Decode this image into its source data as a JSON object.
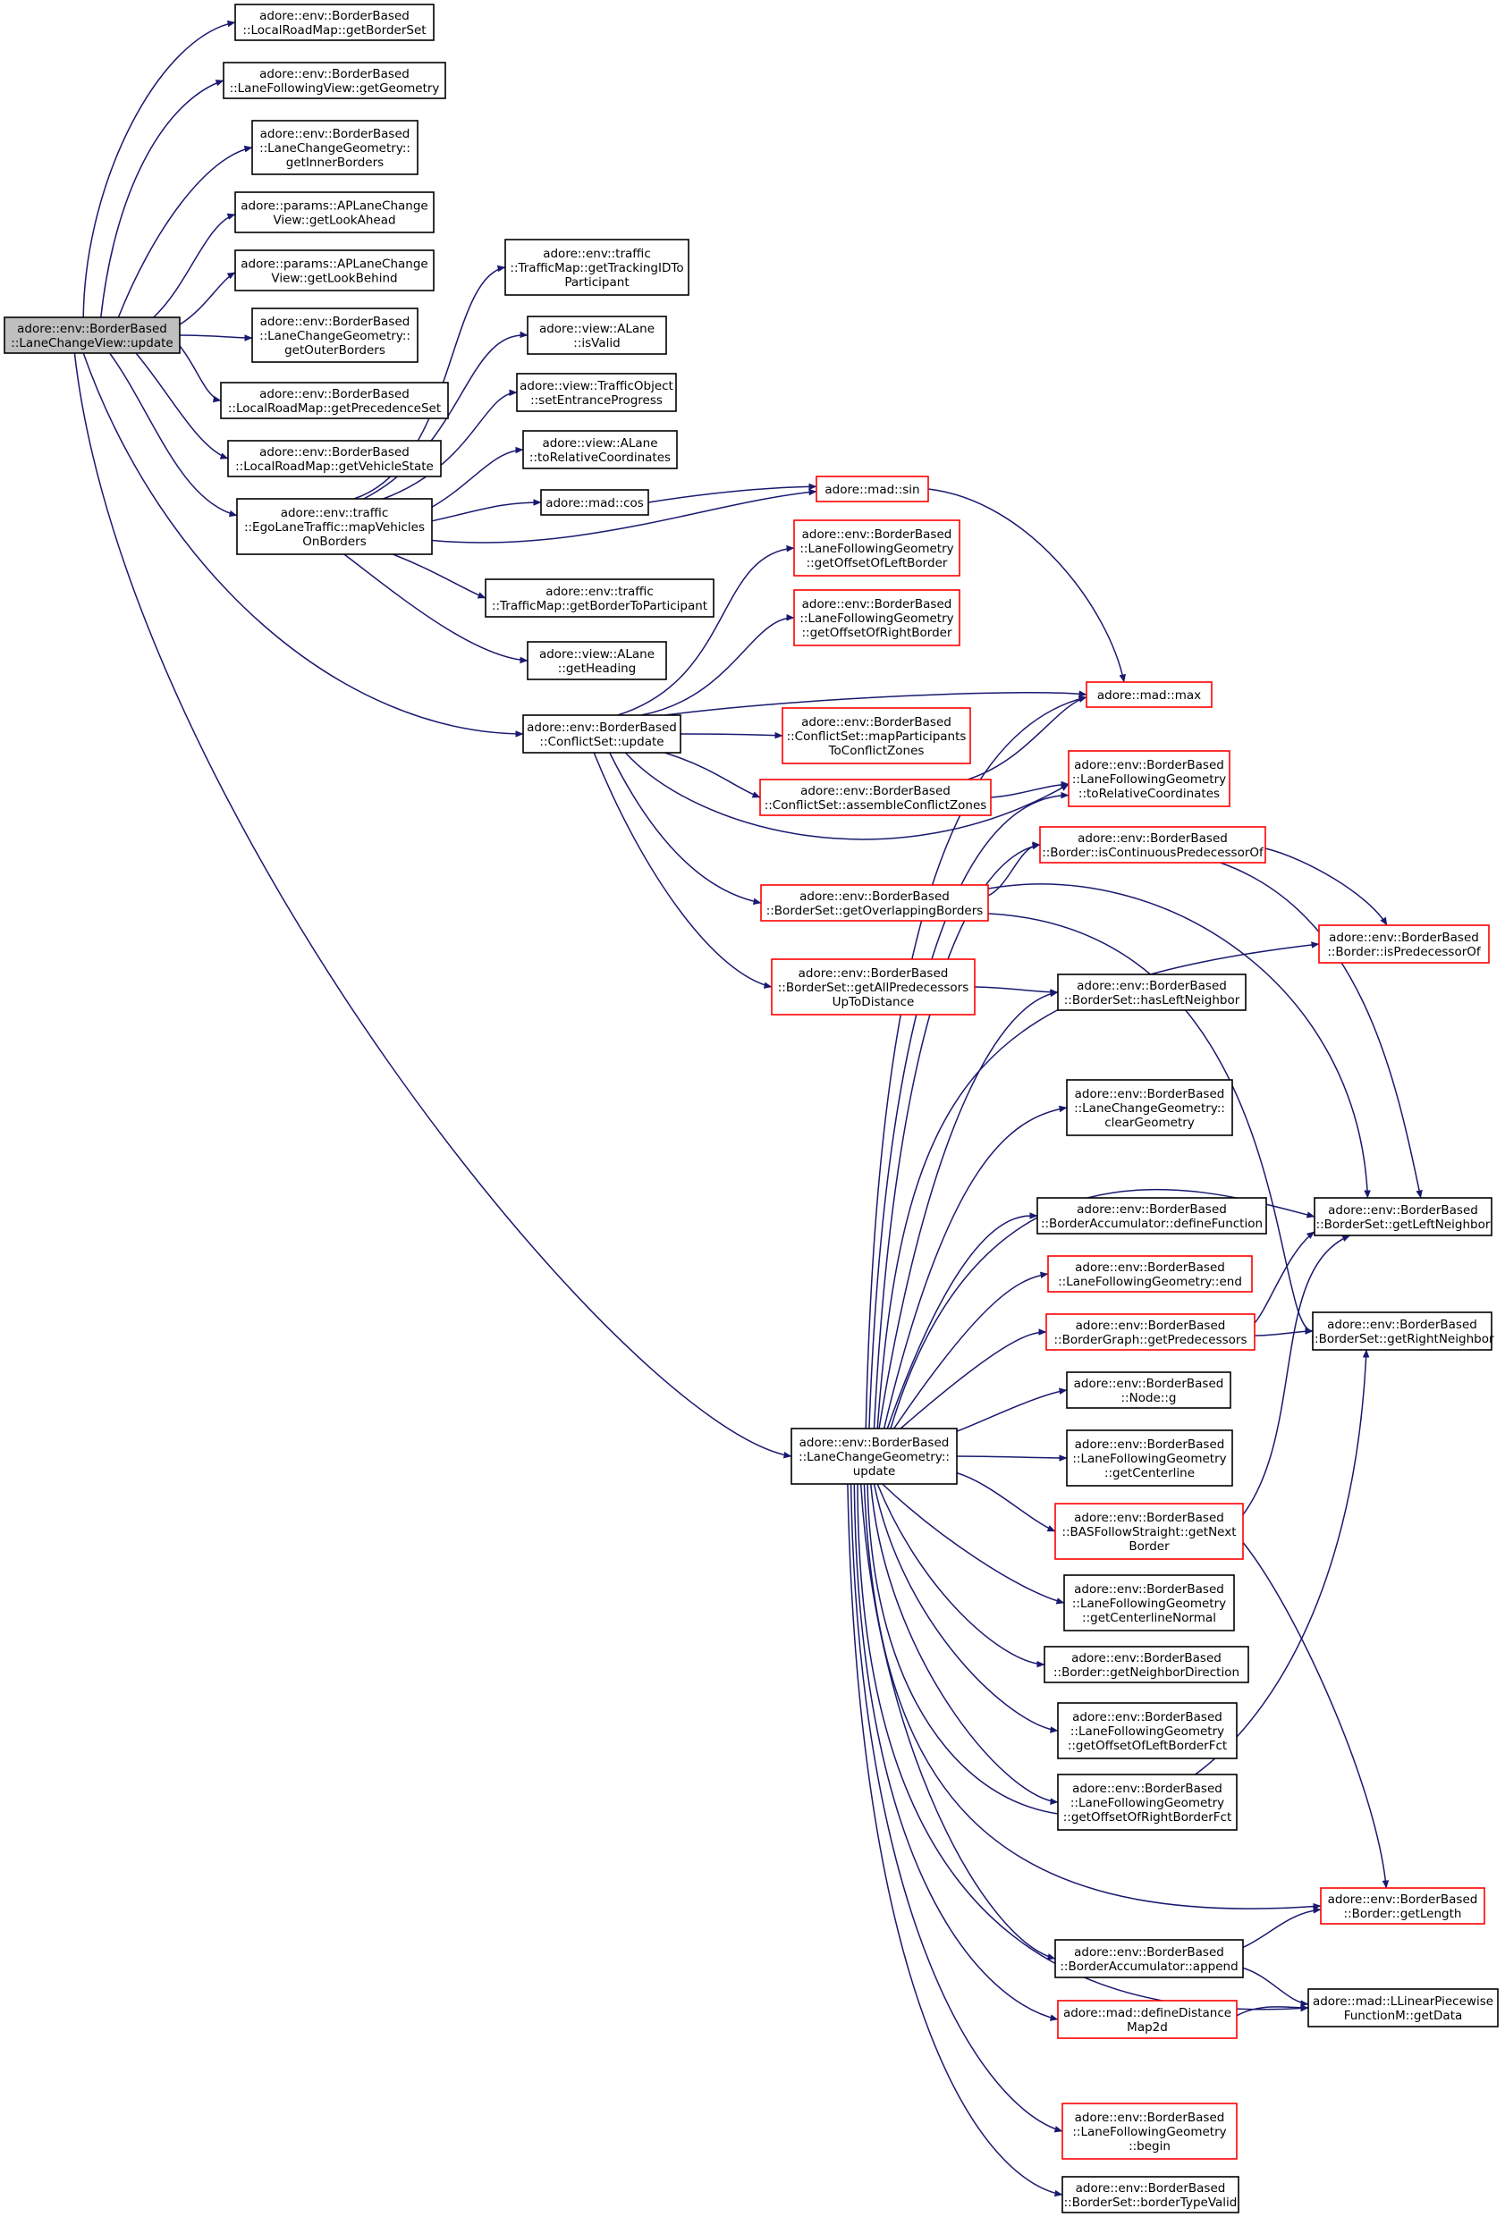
{
  "colors": {
    "edge": "#191970",
    "root_fill": "#bfbfbf",
    "node_border_black": "#000000",
    "node_border_red": "#ff0000",
    "background": "#ffffff"
  },
  "nodes": [
    {
      "id": "root",
      "lines": [
        "adore::env::BorderBased",
        "::LaneChangeView::update"
      ],
      "style": "root"
    },
    {
      "id": "getBorderSet",
      "lines": [
        "adore::env::BorderBased",
        "::LocalRoadMap::getBorderSet"
      ],
      "style": "black"
    },
    {
      "id": "lfvGetGeometry",
      "lines": [
        "adore::env::BorderBased",
        "::LaneFollowingView::getGeometry"
      ],
      "style": "black"
    },
    {
      "id": "getInnerBorders",
      "lines": [
        "adore::env::BorderBased",
        "::LaneChangeGeometry::",
        "getInnerBorders"
      ],
      "style": "black"
    },
    {
      "id": "getLookAhead",
      "lines": [
        "adore::params::APLaneChange",
        "View::getLookAhead"
      ],
      "style": "black"
    },
    {
      "id": "getLookBehind",
      "lines": [
        "adore::params::APLaneChange",
        "View::getLookBehind"
      ],
      "style": "black"
    },
    {
      "id": "getOuterBorders",
      "lines": [
        "adore::env::BorderBased",
        "::LaneChangeGeometry::",
        "getOuterBorders"
      ],
      "style": "black"
    },
    {
      "id": "getPrecedenceSet",
      "lines": [
        "adore::env::BorderBased",
        "::LocalRoadMap::getPrecedenceSet"
      ],
      "style": "black"
    },
    {
      "id": "getVehicleState",
      "lines": [
        "adore::env::BorderBased",
        "::LocalRoadMap::getVehicleState"
      ],
      "style": "black"
    },
    {
      "id": "mapVehicles",
      "lines": [
        "adore::env::traffic",
        "::EgoLaneTraffic::mapVehicles",
        "OnBorders"
      ],
      "style": "black"
    },
    {
      "id": "getTrackingID",
      "lines": [
        "adore::env::traffic",
        "::TrafficMap::getTrackingIDTo",
        "Participant"
      ],
      "style": "black"
    },
    {
      "id": "isValid",
      "lines": [
        "adore::view::ALane",
        "::isValid"
      ],
      "style": "black"
    },
    {
      "id": "setEntrance",
      "lines": [
        "adore::view::TrafficObject",
        "::setEntranceProgress"
      ],
      "style": "black"
    },
    {
      "id": "toRelCoordsALane",
      "lines": [
        "adore::view::ALane",
        "::toRelativeCoordinates"
      ],
      "style": "black"
    },
    {
      "id": "cos",
      "lines": [
        "adore::mad::cos"
      ],
      "style": "black"
    },
    {
      "id": "sin",
      "lines": [
        "adore::mad::sin"
      ],
      "style": "red"
    },
    {
      "id": "getBorderToPart",
      "lines": [
        "adore::env::traffic",
        "::TrafficMap::getBorderToParticipant"
      ],
      "style": "black"
    },
    {
      "id": "getHeading",
      "lines": [
        "adore::view::ALane",
        "::getHeading"
      ],
      "style": "black"
    },
    {
      "id": "getOffsetLeft",
      "lines": [
        "adore::env::BorderBased",
        "::LaneFollowingGeometry",
        "::getOffsetOfLeftBorder"
      ],
      "style": "red"
    },
    {
      "id": "getOffsetRight",
      "lines": [
        "adore::env::BorderBased",
        "::LaneFollowingGeometry",
        "::getOffsetOfRightBorder"
      ],
      "style": "red"
    },
    {
      "id": "csUpdate",
      "lines": [
        "adore::env::BorderBased",
        "::ConflictSet::update"
      ],
      "style": "black"
    },
    {
      "id": "max",
      "lines": [
        "adore::mad::max"
      ],
      "style": "red"
    },
    {
      "id": "mapParticipants",
      "lines": [
        "adore::env::BorderBased",
        "::ConflictSet::mapParticipants",
        "ToConflictZones"
      ],
      "style": "red"
    },
    {
      "id": "assembleCZ",
      "lines": [
        "adore::env::BorderBased",
        "::ConflictSet::assembleConflictZones"
      ],
      "style": "red"
    },
    {
      "id": "lfgToRel",
      "lines": [
        "adore::env::BorderBased",
        "::LaneFollowingGeometry",
        "::toRelativeCoordinates"
      ],
      "style": "red"
    },
    {
      "id": "isContPred",
      "lines": [
        "adore::env::BorderBased",
        "::Border::isContinuousPredecessorOf"
      ],
      "style": "red"
    },
    {
      "id": "getOverlapping",
      "lines": [
        "adore::env::BorderBased",
        "::BorderSet::getOverlappingBorders"
      ],
      "style": "red"
    },
    {
      "id": "isPred",
      "lines": [
        "adore::env::BorderBased",
        "::Border::isPredecessorOf"
      ],
      "style": "red"
    },
    {
      "id": "getAllPred",
      "lines": [
        "adore::env::BorderBased",
        "::BorderSet::getAllPredecessors",
        "UpToDistance"
      ],
      "style": "red"
    },
    {
      "id": "hasLeft",
      "lines": [
        "adore::env::BorderBased",
        "::BorderSet::hasLeftNeighbor"
      ],
      "style": "black"
    },
    {
      "id": "clearGeometry",
      "lines": [
        "adore::env::BorderBased",
        "::LaneChangeGeometry::",
        "clearGeometry"
      ],
      "style": "black"
    },
    {
      "id": "defineFunction",
      "lines": [
        "adore::env::BorderBased",
        "::BorderAccumulator::defineFunction"
      ],
      "style": "black"
    },
    {
      "id": "getLeftNeighbor",
      "lines": [
        "adore::env::BorderBased",
        "::BorderSet::getLeftNeighbor"
      ],
      "style": "black"
    },
    {
      "id": "lfgEnd",
      "lines": [
        "adore::env::BorderBased",
        "::LaneFollowingGeometry::end"
      ],
      "style": "red"
    },
    {
      "id": "getPredecessors",
      "lines": [
        "adore::env::BorderBased",
        "::BorderGraph::getPredecessors"
      ],
      "style": "red"
    },
    {
      "id": "getRightNeighbor",
      "lines": [
        "adore::env::BorderBased",
        "::BorderSet::getRightNeighbor"
      ],
      "style": "black"
    },
    {
      "id": "nodeG",
      "lines": [
        "adore::env::BorderBased",
        "::Node::g"
      ],
      "style": "black"
    },
    {
      "id": "lcgUpdate",
      "lines": [
        "adore::env::BorderBased",
        "::LaneChangeGeometry::",
        "update"
      ],
      "style": "black"
    },
    {
      "id": "getCenterline",
      "lines": [
        "adore::env::BorderBased",
        "::LaneFollowingGeometry",
        "::getCenterline"
      ],
      "style": "black"
    },
    {
      "id": "getNextBorder",
      "lines": [
        "adore::env::BorderBased",
        "::BASFollowStraight::getNext",
        "Border"
      ],
      "style": "red"
    },
    {
      "id": "getCenterlineNormal",
      "lines": [
        "adore::env::BorderBased",
        "::LaneFollowingGeometry",
        "::getCenterlineNormal"
      ],
      "style": "black"
    },
    {
      "id": "getNeighborDir",
      "lines": [
        "adore::env::BorderBased",
        "::Border::getNeighborDirection"
      ],
      "style": "black"
    },
    {
      "id": "getOffsetLeftFct",
      "lines": [
        "adore::env::BorderBased",
        "::LaneFollowingGeometry",
        "::getOffsetOfLeftBorderFct"
      ],
      "style": "black"
    },
    {
      "id": "getOffsetRightFct",
      "lines": [
        "adore::env::BorderBased",
        "::LaneFollowingGeometry",
        "::getOffsetOfRightBorderFct"
      ],
      "style": "black"
    },
    {
      "id": "getLength",
      "lines": [
        "adore::env::BorderBased",
        "::Border::getLength"
      ],
      "style": "red"
    },
    {
      "id": "append",
      "lines": [
        "adore::env::BorderBased",
        "::BorderAccumulator::append"
      ],
      "style": "black"
    },
    {
      "id": "getData",
      "lines": [
        "adore::mad::LLinearPiecewise",
        "FunctionM::getData"
      ],
      "style": "black"
    },
    {
      "id": "defineDistMap",
      "lines": [
        "adore::mad::defineDistance",
        "Map2d"
      ],
      "style": "red"
    },
    {
      "id": "lfgBegin",
      "lines": [
        "adore::env::BorderBased",
        "::LaneFollowingGeometry",
        "::begin"
      ],
      "style": "red"
    },
    {
      "id": "borderTypeValid",
      "lines": [
        "adore::env::BorderBased",
        "::BorderSet::borderTypeValid"
      ],
      "style": "black"
    }
  ]
}
